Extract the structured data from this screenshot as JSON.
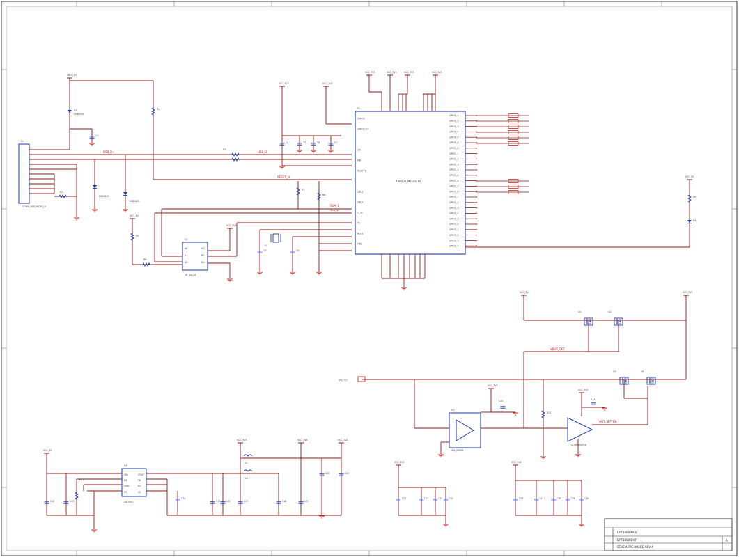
{
  "colors": {
    "wire": "#8b1a1a",
    "component": "#1f3aa8",
    "ground": "#cc2222",
    "label": "#333333",
    "frame": "#555555",
    "net_label": "#c81e1e"
  },
  "diagram": {
    "main_ic": {
      "ref": "U1",
      "part": "T80000_MCU3210",
      "pins_left": [
        "CPRO1",
        "CPRO2 CT",
        "",
        "SW",
        "MR",
        "RESET1",
        "",
        "CBL1",
        "CBL2",
        "C_SE",
        "T1",
        "BUS1",
        "TIN1"
      ],
      "pins_right": [
        "GPIO0_1",
        "GPIO0_2",
        "GPIO0_3",
        "GPIO0_4",
        "GPIO0_5",
        "GPIO0_6",
        "GPIO1_0",
        "GPIO1_1",
        "GPIO1_2",
        "GPIO1_3",
        "GPIO1_4",
        "GPIO1_5",
        "GPIO1_6",
        "GPIO1_7",
        "GPIO2_0",
        "GPIO2_1",
        "GPIO2_2",
        "GPIO2_3",
        "GPIO2_4",
        "GPIO2_5",
        "GPIO3_0",
        "GPIO3_1",
        "GPIO3_2",
        "GPIO3_3",
        "GPIO3_4"
      ]
    },
    "connector": {
      "ref": "J1",
      "part": "CONN_USB_MICRO_B"
    },
    "eeprom": {
      "ref": "U2",
      "part": "AT_24C02"
    },
    "ldo": {
      "ref": "U4",
      "part": "LDO3V3"
    },
    "power_labels": [
      "VBUS_IN",
      "VCC_3V3",
      "VCC_3V3",
      "VCC_3V3",
      "VCC_3V3",
      "VCC_3V3",
      "VCC_3V3",
      "VCC_5V",
      "VCC_3V3",
      "VCC_3V3",
      "VCC_3V3",
      "VCC_3V3",
      "VCC_3V3",
      "VCC_3V3",
      "VCC_5V",
      "VCC_3V3"
    ],
    "net_labels": [
      "USB_D+",
      "USB_D-",
      "RESET_N",
      "SDA_1",
      "SCL_1",
      "VBUS_DET",
      "OUT_SET_EN",
      "VIN_TST"
    ],
    "component_refs": [
      "R1",
      "C1",
      "D1",
      "R3",
      "C4",
      "C5",
      "C6",
      "R4",
      "D2",
      "D3",
      "R5",
      "R6",
      "R7",
      "Y1",
      "C7",
      "C8",
      "R8",
      "R9",
      "D4",
      "Q1",
      "Q2",
      "Q3",
      "Q4",
      "U3",
      "U5",
      "R10",
      "C10",
      "C11",
      "C12",
      "C13",
      "C14",
      "C15",
      "C16",
      "C17",
      "C18",
      "C19",
      "C20",
      "C21",
      "C22",
      "C23",
      "C24",
      "C25",
      "C26",
      "C27",
      "C28",
      "C29",
      "C30",
      "C31",
      "L1",
      "L2"
    ],
    "title_block": {
      "title": "DPT1000-MCU",
      "sheet": "DPT1000-DVT",
      "company": "SCHEMATIC BOARD REV A",
      "rev": "A"
    }
  }
}
